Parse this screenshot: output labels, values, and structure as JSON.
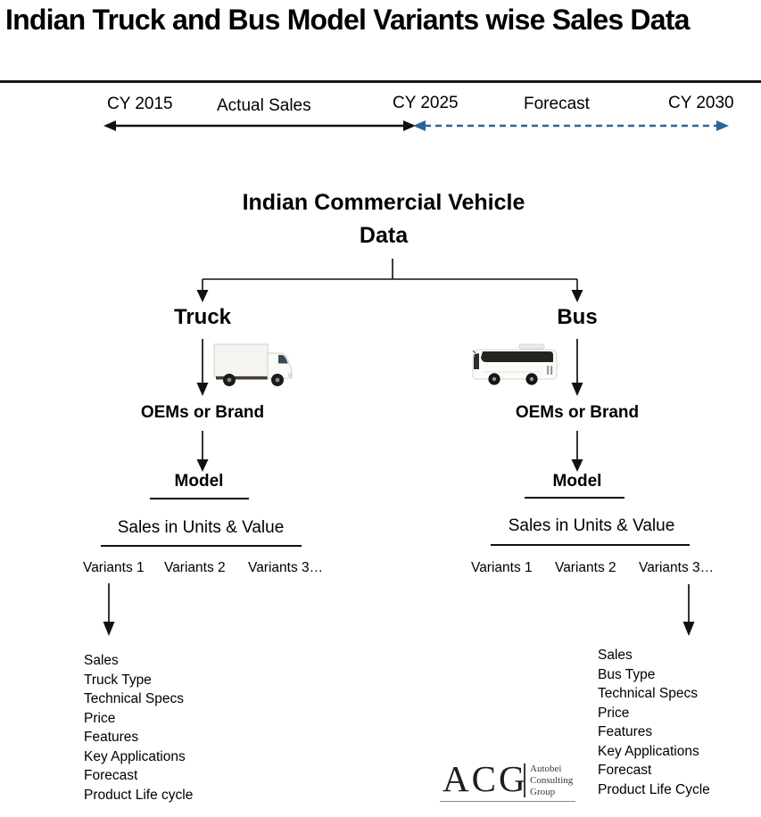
{
  "page": {
    "title": "Indian Truck and Bus Model Variants wise Sales Data"
  },
  "timeline": {
    "start_year": "CY 2015",
    "actual_label": "Actual Sales",
    "mid_year": "CY 2025",
    "forecast_label": "Forecast",
    "end_year": "CY 2030",
    "actual_color": "#111111",
    "forecast_color": "#2d6496"
  },
  "root": {
    "line1": "Indian Commercial Vehicle",
    "line2": "Data"
  },
  "truck": {
    "name": "Truck",
    "oem_label": "OEMs or Brand",
    "model_label": "Model",
    "sales_label": "Sales in Units & Value",
    "variants": [
      "Variants 1",
      "Variants 2",
      "Variants 3…"
    ],
    "details": [
      "Sales",
      "Truck Type",
      "Technical Specs",
      "Price",
      "Features",
      "Key Applications",
      "Forecast",
      "Product Life cycle"
    ]
  },
  "bus": {
    "name": "Bus",
    "oem_label": "OEMs or Brand",
    "model_label": "Model",
    "sales_label": "Sales in Units & Value",
    "variants": [
      "Variants 1",
      "Variants 2",
      "Variants 3…"
    ],
    "details": [
      "Sales",
      "Bus Type",
      "Technical Specs",
      "Price",
      "Features",
      "Key Applications",
      "Forecast",
      "Product Life Cycle"
    ]
  },
  "logo": {
    "acronym": "ACG",
    "org_lines": [
      "Autobei",
      "Consulting",
      "Group"
    ]
  }
}
